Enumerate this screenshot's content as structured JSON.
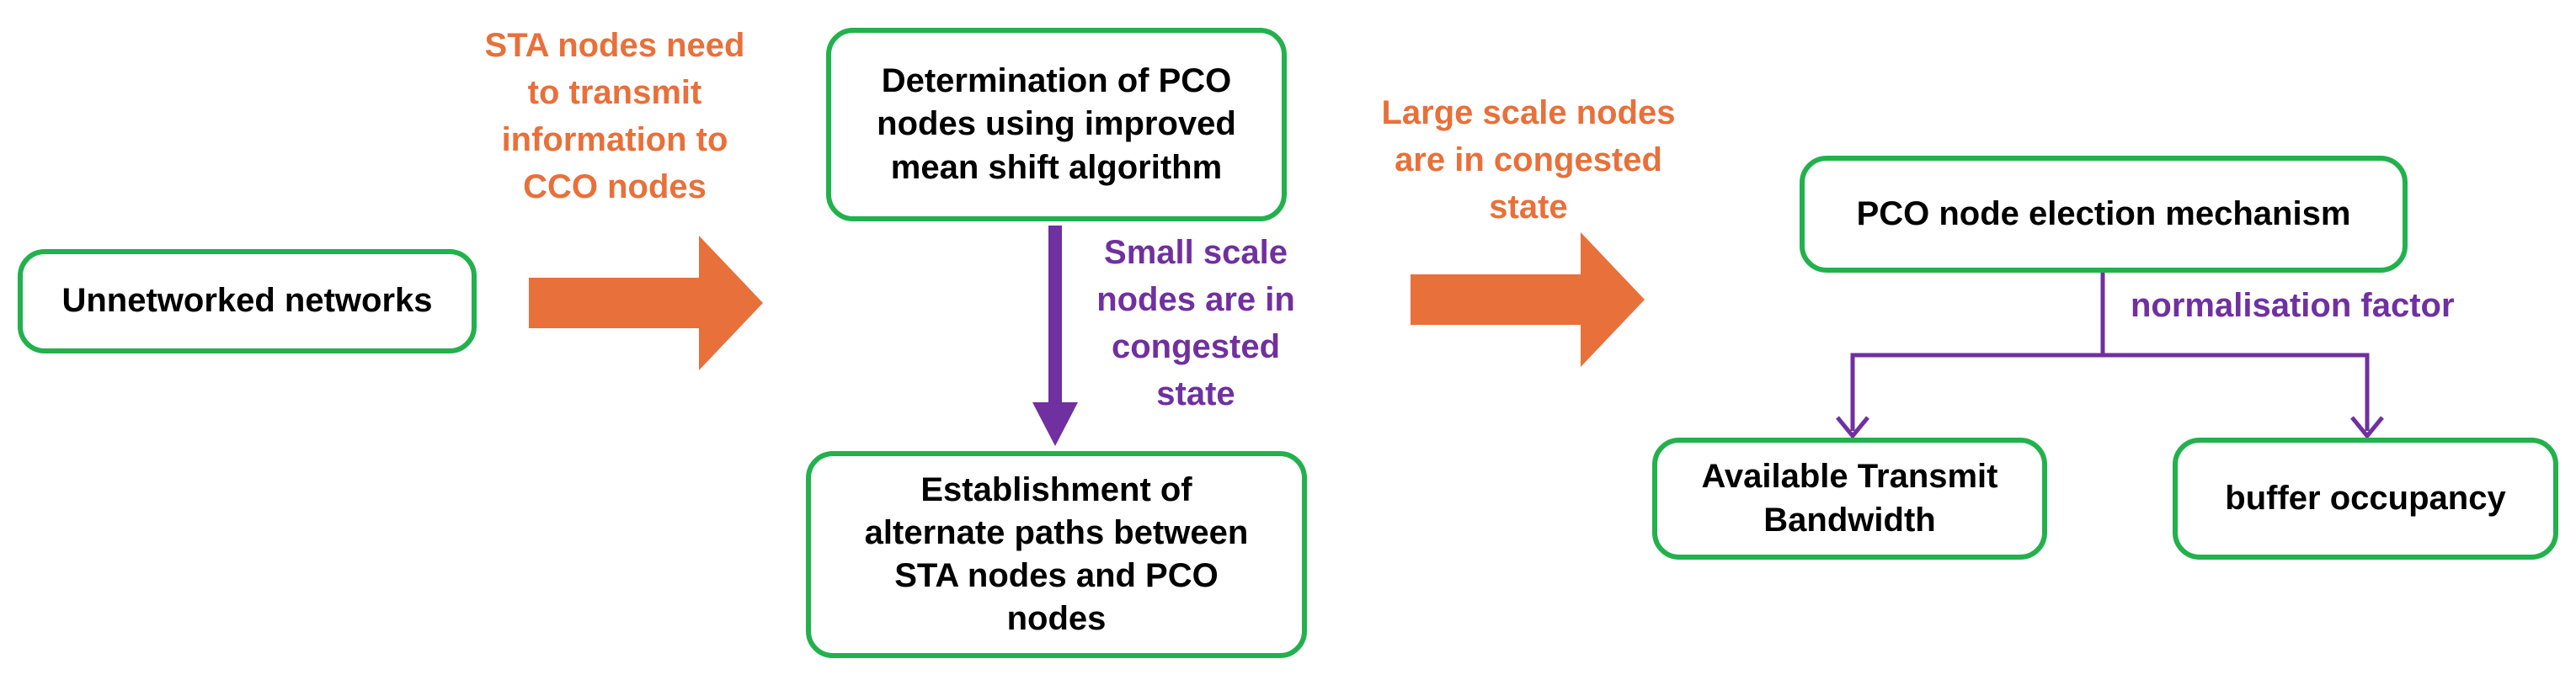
{
  "boxes": {
    "unnetworked": "Unnetworked networks",
    "determination": "Determination of PCO\nnodes using  improved\nmean shift algorithm",
    "establishment": "Establishment of\nalternate paths between\nSTA nodes and PCO\nnodes",
    "election": "PCO node election mechanism",
    "bandwidth": "Available Transmit\nBandwidth",
    "buffer": "buffer occupancy"
  },
  "labels": {
    "sta_need": "STA nodes need\nto transmit\ninformation to\nCCO nodes",
    "large_scale": "Large scale nodes\nare in congested\nstate",
    "small_scale": "Small scale\nnodes are in\ncongested\nstate",
    "normalisation": "normalisation factor"
  },
  "colors": {
    "box_border": "#22b14c",
    "big_arrow": "#e8703a",
    "orange_text": "#e8703a",
    "purple": "#7030a0"
  }
}
